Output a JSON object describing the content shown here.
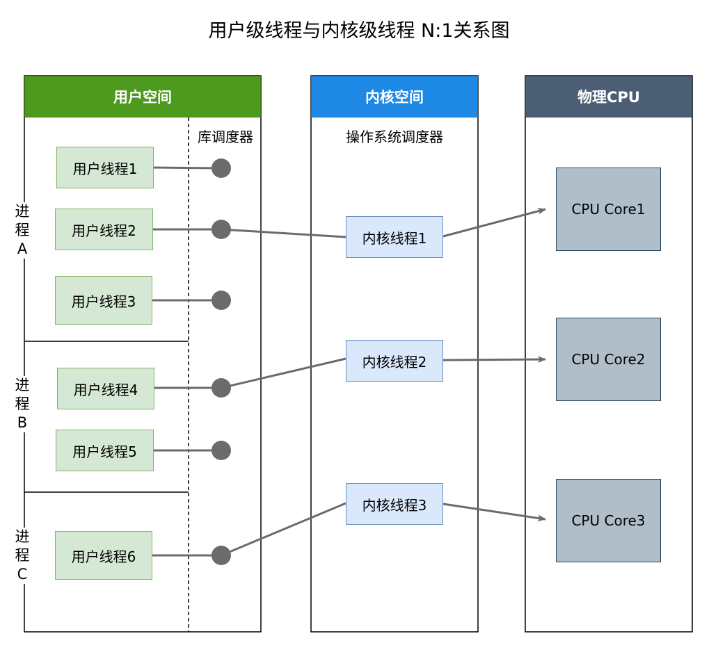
{
  "title": "用户级线程与内核级线程 N:1关系图",
  "panels": {
    "user_space": "用户空间",
    "kernel_space": "内核空间",
    "physical_cpu": "物理CPU"
  },
  "labels": {
    "library_scheduler": "库调度器",
    "os_scheduler": "操作系统调度器"
  },
  "processes": [
    {
      "chars": [
        "进",
        "程",
        "A"
      ]
    },
    {
      "chars": [
        "进",
        "程",
        "B"
      ]
    },
    {
      "chars": [
        "进",
        "程",
        "C"
      ]
    }
  ],
  "user_threads": [
    "用户线程1",
    "用户线程2",
    "用户线程3",
    "用户线程4",
    "用户线程5",
    "用户线程6"
  ],
  "kernel_threads": [
    "内核线程1",
    "内核线程2",
    "内核线程3"
  ],
  "cpu_cores": [
    "CPU Core1",
    "CPU Core2",
    "CPU Core3"
  ],
  "colors": {
    "user_header": "#4d9a1f",
    "kernel_header": "#1e88e5",
    "cpu_header": "#4b5e73",
    "connector": "#6b6b6b"
  }
}
